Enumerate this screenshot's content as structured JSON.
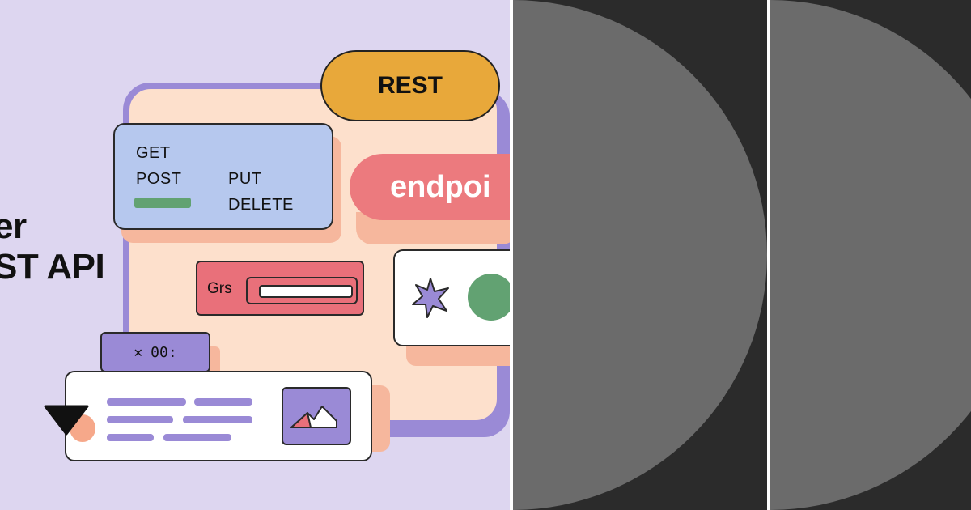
{
  "headline": {
    "line1": "er",
    "line2": "ST API"
  },
  "illustration": {
    "rest_pill": "REST",
    "methods": {
      "get": "GET",
      "post": "POST",
      "put": "PUT",
      "delete": "DELETE"
    },
    "endpoint_pill": "endpoi",
    "grs_label": "Grs",
    "tag": {
      "icon": "close-icon",
      "text": "00:"
    }
  },
  "colors": {
    "background_lilac": "#ddd6f0",
    "frame_purple": "#9a8ad6",
    "rest_orange": "#e8a83a",
    "method_blue": "#b6c8ee",
    "endpoint_red": "#ec7a7e",
    "green": "#62a272",
    "dark_panel": "#2b2b2b",
    "gray_disc": "#6b6b6b"
  },
  "icons": [
    "close-icon",
    "star-icon",
    "mountain-image-icon",
    "triangle-down-icon"
  ]
}
